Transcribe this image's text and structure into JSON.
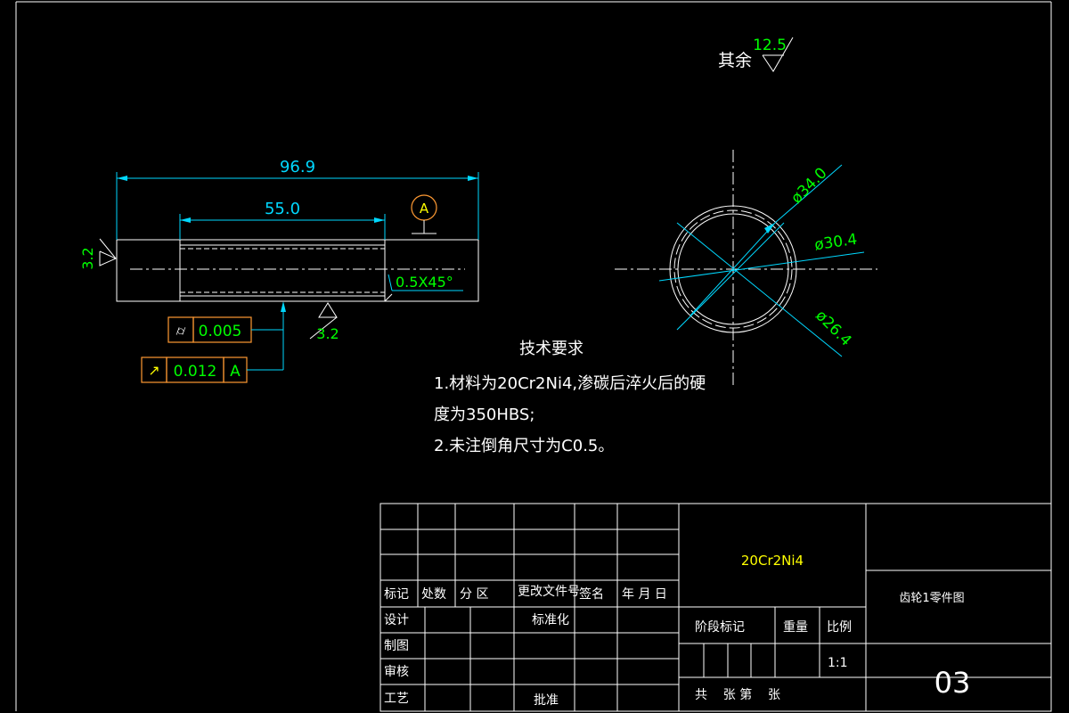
{
  "roughness": {
    "other_label": "其余",
    "other_value": "12.5",
    "left_value": "3.2",
    "bottom_value": "3.2"
  },
  "dimensions": {
    "overall_length": "96.9",
    "spline_length": "55.0",
    "chamfer": "0.5X45°",
    "outer_dia": "ø34.0",
    "mid_dia": "ø30.4",
    "inner_dia": "ø26.4"
  },
  "datum": {
    "label": "A"
  },
  "tolerances": {
    "cylindricity_value": "0.005",
    "runout_value": "0.012",
    "runout_datum": "A"
  },
  "notes": {
    "title": "技术要求",
    "line1": "1.材料为20Cr2Ni4,渗碳后淬火后的硬",
    "line2": "度为350HBS;",
    "line3": "2.未注倒角尺寸为C0.5。"
  },
  "title_block": {
    "material": "20Cr2Ni4",
    "drawing_name": "齿轮1零件图",
    "drawing_number": "03",
    "mark": "标记",
    "count": "处数",
    "zone": "分 区",
    "change_doc": "更改文件号",
    "signature": "签名",
    "date": "年 月 日",
    "design": "设计",
    "drafting": "制图",
    "review": "审核",
    "process": "工艺",
    "standardization": "标准化",
    "approval": "批准",
    "stage_mark": "阶段标记",
    "weight": "重量",
    "scale_label": "比例",
    "scale_value": "1:1",
    "sheets": "共    张 第    张"
  },
  "colors": {
    "background": "#000000",
    "geometry": "#ffffff",
    "dimension": "#00d8ff",
    "value": "#00ff00",
    "frame": "#ff9a33",
    "highlight": "#ffff00"
  }
}
